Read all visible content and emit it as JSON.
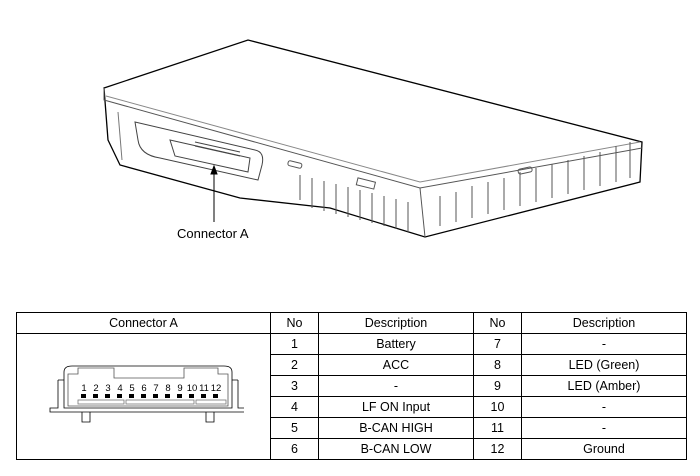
{
  "callout_label": "Connector A",
  "connector_pin_labels": [
    "1",
    "2",
    "3",
    "4",
    "5",
    "6",
    "7",
    "8",
    "9",
    "10",
    "11",
    "12"
  ],
  "table": {
    "headers": [
      "Connector A",
      "No",
      "Description",
      "No",
      "Description"
    ],
    "rows": [
      {
        "no_left": "1",
        "desc_left": "Battery",
        "no_right": "7",
        "desc_right": "-"
      },
      {
        "no_left": "2",
        "desc_left": "ACC",
        "no_right": "8",
        "desc_right": "LED (Green)"
      },
      {
        "no_left": "3",
        "desc_left": "-",
        "no_right": "9",
        "desc_right": "LED (Amber)"
      },
      {
        "no_left": "4",
        "desc_left": "LF ON Input",
        "no_right": "10",
        "desc_right": "-"
      },
      {
        "no_left": "5",
        "desc_left": "B-CAN HIGH",
        "no_right": "11",
        "desc_right": "-"
      },
      {
        "no_left": "6",
        "desc_left": "B-CAN LOW",
        "no_right": "12",
        "desc_right": "Ground"
      }
    ]
  }
}
